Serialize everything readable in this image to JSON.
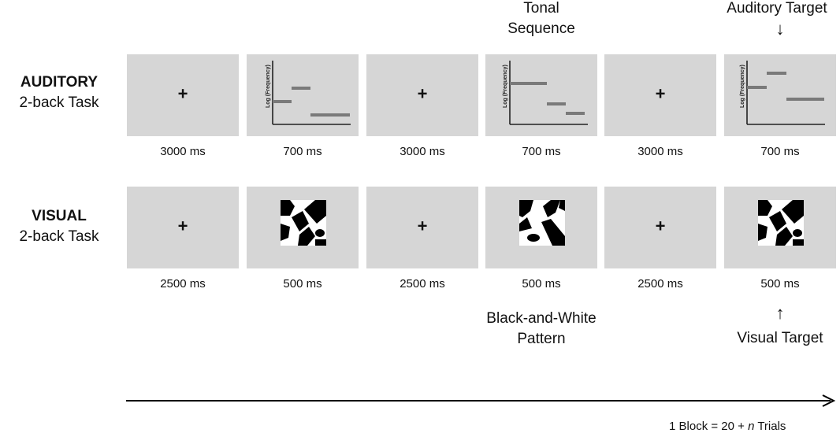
{
  "rows": {
    "auditory": {
      "title": "AUDITORY",
      "subtitle": "2-back Task",
      "durations": [
        "3000 ms",
        "700 ms",
        "3000 ms",
        "700 ms",
        "3000 ms",
        "700 ms"
      ],
      "tone_panels": [
        {
          "y_label": "Log (Frequency)"
        },
        {
          "y_label": "Log (Frequency)"
        },
        {
          "y_label": "Log (Frequency)"
        }
      ]
    },
    "visual": {
      "title": "VISUAL",
      "subtitle": "2-back Task",
      "durations": [
        "2500 ms",
        "500 ms",
        "2500 ms",
        "500 ms",
        "2500 ms",
        "500 ms"
      ]
    }
  },
  "fixation_symbol": "+",
  "annotations": {
    "tonal_sequence": [
      "Tonal",
      "Sequence"
    ],
    "auditory_target": "Auditory Target",
    "auditory_arrow": "↓",
    "pattern_label": [
      "Black-and-White",
      "Pattern"
    ],
    "visual_arrow": "↑",
    "visual_target": "Visual Target"
  },
  "timeline": {
    "block_prefix": "1 Block = 20 + ",
    "block_var": "n",
    "block_suffix": " Trials"
  },
  "colors": {
    "panel_bg": "#d6d6d6",
    "tone_bar": "#7a7a7a",
    "axis": "#222222"
  }
}
